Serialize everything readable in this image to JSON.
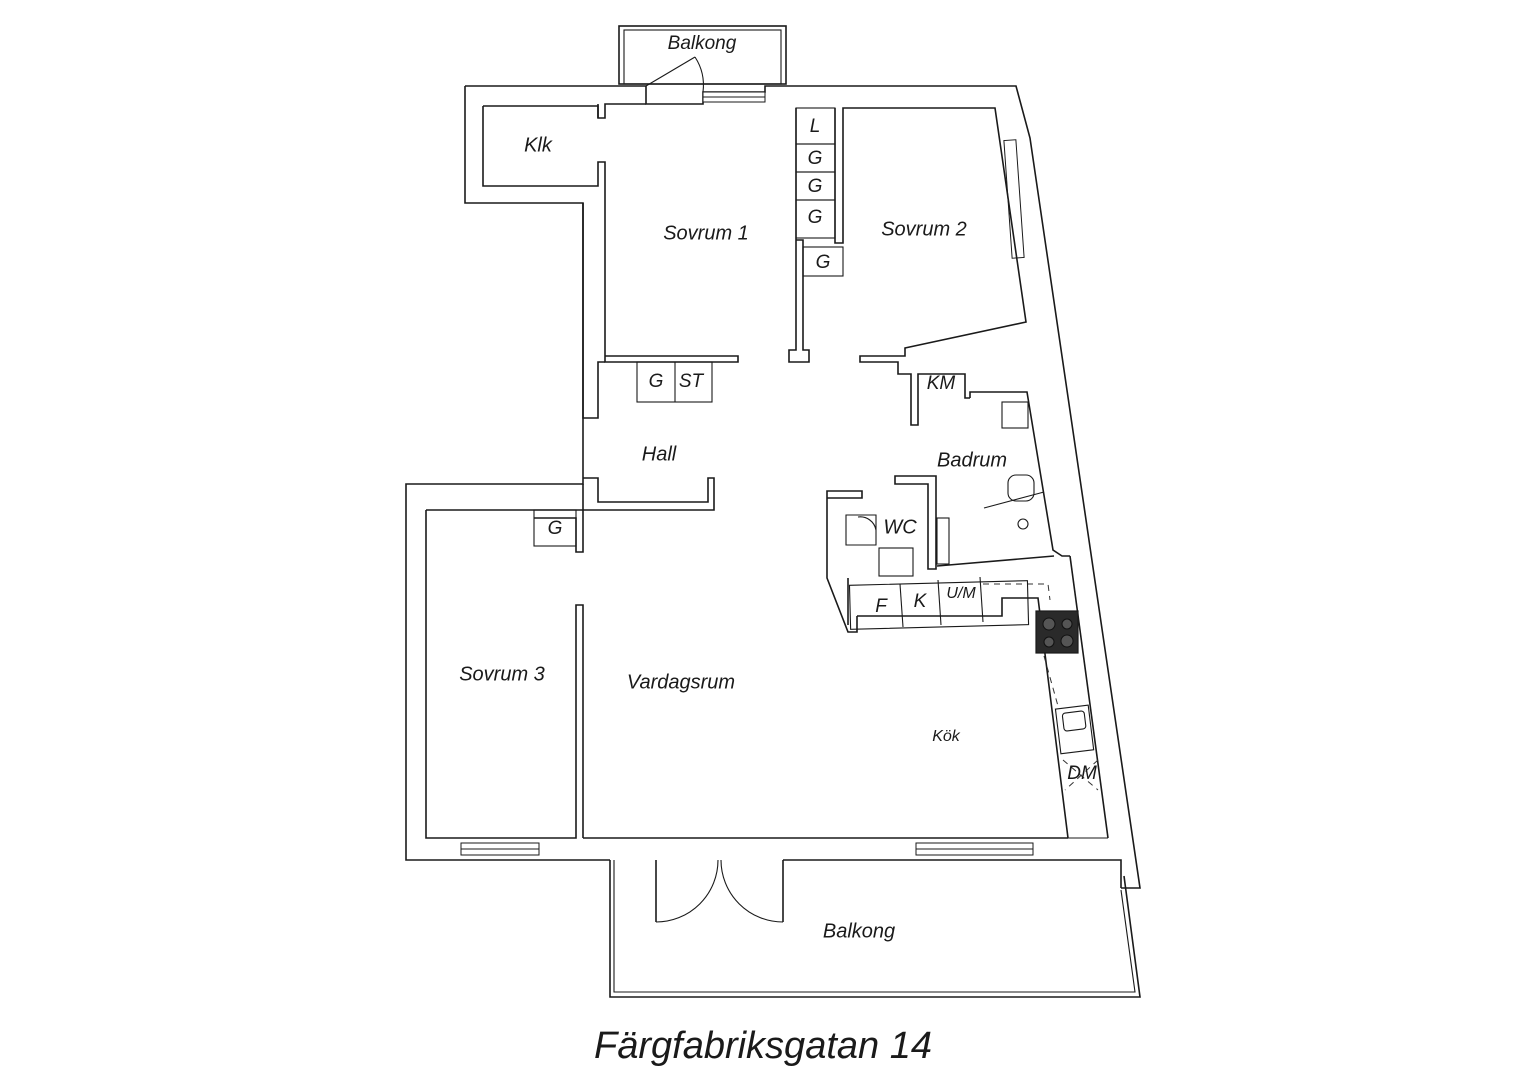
{
  "address": "Färgfabriksgatan 14",
  "rooms": {
    "balkong_top": "Balkong",
    "klk": "Klk",
    "sovrum1": "Sovrum 1",
    "sovrum2": "Sovrum 2",
    "sovrum3": "Sovrum 3",
    "hall": "Hall",
    "badrum": "Badrum",
    "wc": "WC",
    "vardagsrum": "Vardagsrum",
    "kok": "Kök",
    "balkong_bottom": "Balkong"
  },
  "storage": {
    "l": "L",
    "g1": "G",
    "g2": "G",
    "g3": "G",
    "g4": "G",
    "g_hall": "G",
    "st": "ST",
    "km": "KM",
    "g_sovrum3": "G",
    "f": "F",
    "k": "K",
    "um": "U/M",
    "dm": "DM"
  }
}
